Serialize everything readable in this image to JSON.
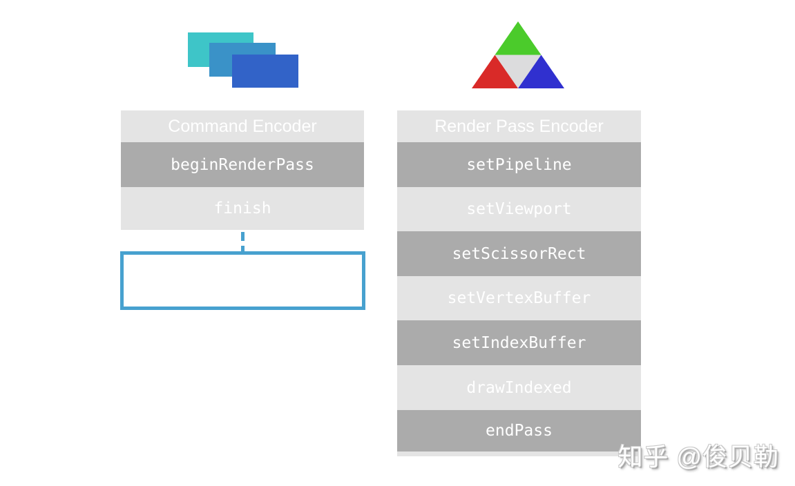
{
  "colors": {
    "background": "#ffffff",
    "row_light": "#e4e4e4",
    "row_dark": "#ababab",
    "text_white": "#ffffff",
    "accent_blue": "#47a1cf",
    "stack_teal": "#3ec5c8",
    "stack_blue": "#3a92c8",
    "stack_royal": "#3263c8"
  },
  "icons": {
    "stack": {
      "name": "command-buffers-stack-icon"
    },
    "triangle": {
      "name": "rgb-triangle-icon",
      "green": "#4bcb2b",
      "red": "#d92a28",
      "blue": "#3030cf",
      "center": "#dcdcdd"
    }
  },
  "left_panel": {
    "header": "Command Encoder",
    "rows": [
      {
        "label": "beginRenderPass"
      },
      {
        "label": "finish"
      }
    ]
  },
  "right_panel": {
    "header": "Render Pass Encoder",
    "rows": [
      {
        "label": "setPipeline"
      },
      {
        "label": "setViewport"
      },
      {
        "label": "setScissorRect"
      },
      {
        "label": "setVertexBuffer"
      },
      {
        "label": "setIndexBuffer"
      },
      {
        "label": "drawIndexed"
      },
      {
        "label": "endPass"
      }
    ]
  },
  "watermark": {
    "text": "知乎 @俊贝勒"
  }
}
